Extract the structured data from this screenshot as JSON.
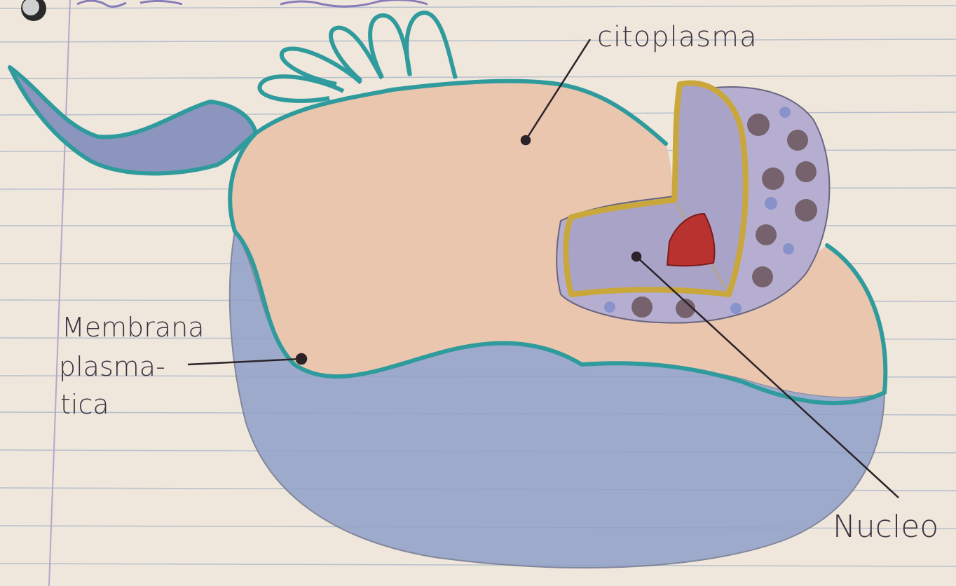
{
  "labels": {
    "cytoplasm": "citoplasma",
    "membrane_line1": "Membrana",
    "membrane_line2": "plasma-",
    "membrane_line3": "tica",
    "nucleus": "Nucleo"
  },
  "colors": {
    "paper": "#efe6dc",
    "ruled_line": "#a8b6c8",
    "margin_line": "#b9a6c8",
    "membrane": "#2f9b9c",
    "cytoplasm_fill": "#e9c6ad",
    "lower_fill": "#8fa0c9",
    "nucleus_fill": "#b6aed0",
    "nuclear_envelope": "#c9a73a",
    "nucleolus": "#b8322f",
    "chromatin": "#6f5a62",
    "pointer": "#2b2328",
    "ink": "#3a3340"
  }
}
